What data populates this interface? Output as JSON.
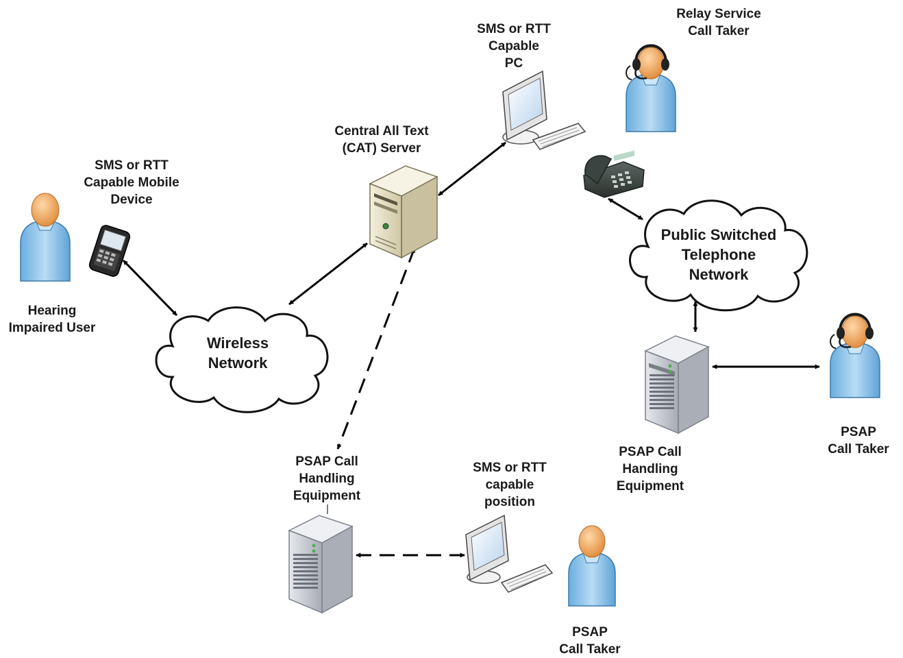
{
  "labels": {
    "hearing_user": [
      "Hearing",
      "Impaired User"
    ],
    "mobile_device": [
      "SMS or RTT",
      "Capable Mobile",
      "Device"
    ],
    "cat_server": [
      "Central All Text",
      "(CAT) Server"
    ],
    "rtt_pc": [
      "SMS or RTT",
      "Capable",
      "PC"
    ],
    "relay_taker": [
      "Relay Service",
      "Call Taker"
    ],
    "pstn": [
      "Public Switched",
      "Telephone",
      "Network"
    ],
    "wireless": [
      "Wireless",
      "Network"
    ],
    "psap_equip_right": [
      "PSAP Call",
      "Handling",
      "Equipment"
    ],
    "psap_taker_right": [
      "PSAP",
      "Call Taker"
    ],
    "psap_equip_bottom": [
      "PSAP Call",
      "Handling",
      "Equipment"
    ],
    "rtt_position": [
      "SMS or RTT",
      "capable",
      "position"
    ],
    "psap_taker_bottom": [
      "PSAP",
      "Call Taker"
    ]
  },
  "icons": {
    "person": "person-icon",
    "headset_person": "headset-person-icon",
    "mobile": "mobile-phone-icon",
    "server": "server-tower-icon",
    "pc": "desktop-computer-icon",
    "telephone": "desk-telephone-icon",
    "cloud": "cloud-network-icon"
  },
  "colors": {
    "person_body": "#8fc3e8",
    "person_head": "#f0a85a",
    "line": "#000000",
    "server_beige": "#e9e2c9",
    "server_grey": "#c9ccd3"
  }
}
